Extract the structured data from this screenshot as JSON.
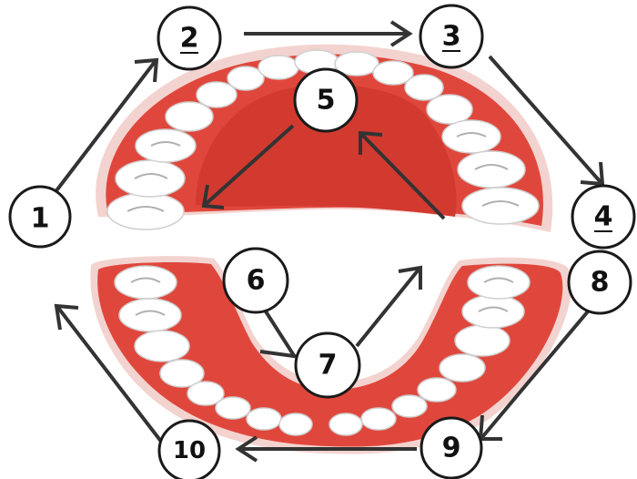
{
  "colors": {
    "gum": "#e0473c",
    "gum_edge": "#f3d3cf",
    "palate": "#d23a30",
    "tooth": "#ffffff",
    "arrow": "#333333"
  },
  "labels": [
    {
      "id": "1",
      "text": "1"
    },
    {
      "id": "2",
      "text": "2"
    },
    {
      "id": "3",
      "text": "3"
    },
    {
      "id": "4",
      "text": "4"
    },
    {
      "id": "5",
      "text": "5"
    },
    {
      "id": "6",
      "text": "6"
    },
    {
      "id": "7",
      "text": "7"
    },
    {
      "id": "8",
      "text": "8"
    },
    {
      "id": "9",
      "text": "9"
    },
    {
      "id": "10",
      "text": "10"
    }
  ]
}
